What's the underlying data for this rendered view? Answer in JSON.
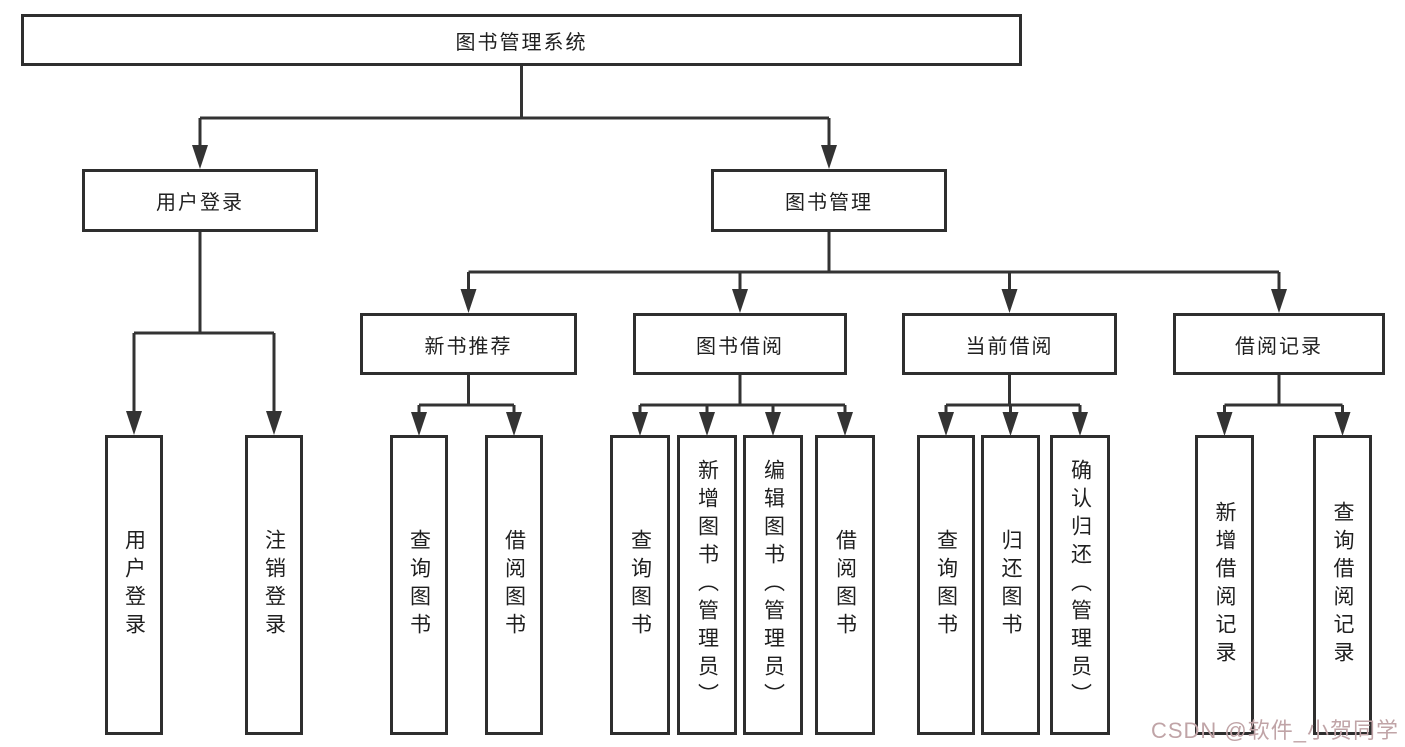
{
  "diagram": {
    "root": "图书管理系统",
    "branches": [
      {
        "label": "用户登录",
        "children": [
          "用户登录",
          "注销登录"
        ]
      },
      {
        "label": "图书管理",
        "groups": [
          {
            "label": "新书推荐",
            "children": [
              "查询图书",
              "借阅图书"
            ]
          },
          {
            "label": "图书借阅",
            "children": [
              "查询图书",
              "新增图书（管理员）",
              "编辑图书（管理员）",
              "借阅图书"
            ]
          },
          {
            "label": "当前借阅",
            "children": [
              "查询图书",
              "归还图书",
              "确认归还（管理员）"
            ]
          },
          {
            "label": "借阅记录",
            "children": [
              "新增借阅记录",
              "查询借阅记录"
            ]
          }
        ]
      }
    ],
    "colors": {
      "border": "#2e2e2e",
      "line": "#333333",
      "watermark": "#c0a4a7"
    }
  },
  "watermark": {
    "text": "CSDN @软件_小贺同学"
  }
}
